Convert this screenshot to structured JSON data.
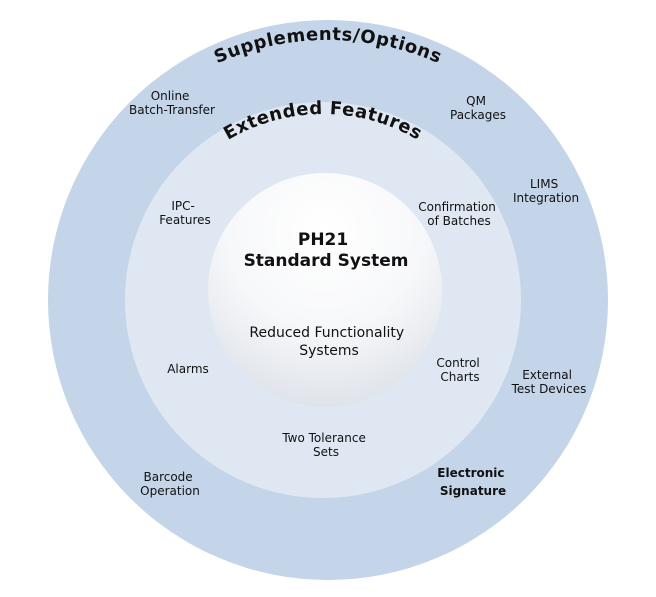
{
  "outer_ring": {
    "title": "Supplements/Options",
    "items": {
      "online_batch_transfer": [
        "Online",
        "Batch-Transfer"
      ],
      "qm_packages": [
        "QM",
        "Packages"
      ],
      "lims_integration": [
        "LIMS",
        "Integration"
      ],
      "external_test_devices": [
        "External",
        "Test Devices"
      ],
      "electronic_signature": [
        "Electronic",
        "Signature"
      ],
      "barcode_operation": [
        "Barcode",
        "Operation"
      ]
    }
  },
  "middle_ring": {
    "title": "Extended Features",
    "items": {
      "ipc_features": [
        "IPC-",
        "Features"
      ],
      "confirmation_of_batches": [
        "Confirmation",
        "of Batches"
      ],
      "alarms": [
        "Alarms"
      ],
      "control_charts": [
        "Control",
        "Charts"
      ],
      "two_tolerance_sets": [
        "Two Tolerance",
        "Sets"
      ]
    }
  },
  "core": {
    "title": [
      "PH21",
      "Standard System"
    ],
    "subtitle": [
      "Reduced Functionality",
      "Systems"
    ]
  },
  "colors": {
    "outer_ring": "#c4d5ea",
    "middle_ring": "#dfe8f2",
    "core_top": "#ffffff",
    "core_bottom": "#e4e8ee",
    "text": "#111111"
  }
}
